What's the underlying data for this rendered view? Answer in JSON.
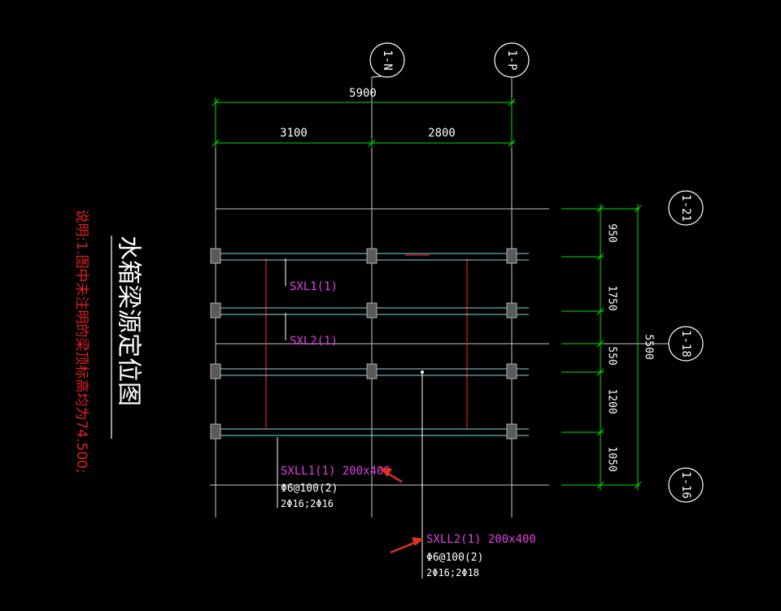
{
  "colors": {
    "background": "#000000",
    "grid_line": "#c8c8c8",
    "dimension": "#00e000",
    "beam_line": "#7fd8e6",
    "hidden_line": "#e02020",
    "beam_label": "#e040e0",
    "note_text": "#e02020",
    "title_text": "#ffffff",
    "arrow": "#e03020",
    "column_fill": "#5a5a5a",
    "column_stroke": "#b0b0b0"
  },
  "axis_labels": {
    "n": "1-N",
    "p": "1-P",
    "a21": "1-21",
    "a18": "1-18",
    "a16": "1-16"
  },
  "dimensions": {
    "overall_top": "5900",
    "top_left": "3100",
    "top_right": "2800",
    "right_overall": "5500",
    "right_1": "950",
    "right_2": "1750",
    "right_3": "550",
    "right_4": "1200",
    "right_5": "1050"
  },
  "beam_labels": {
    "sxl1": "SXL1(1)",
    "sxl2": "SXL2(1)",
    "sxll1_name": "SXLL1(1) 200x400",
    "sxll1_stirrup": "Φ6@100(2)",
    "sxll1_rebar": "2Φ16;2Φ16",
    "sxll2_name": "SXLL2(1) 200x400",
    "sxll2_stirrup": "Φ6@100(2)",
    "sxll2_rebar": "2Φ16;2Φ18"
  },
  "title": "水箱梁源定位图",
  "note": "说明:1.图中未注明的梁顶标高均为74.500;"
}
